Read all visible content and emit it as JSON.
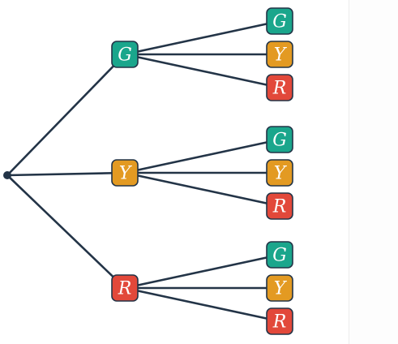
{
  "colors": {
    "edge": "#233447",
    "root": "#233447",
    "G": "#1aa68c",
    "Y": "#e39a22",
    "R": "#e2483a"
  },
  "tree": {
    "level1": [
      {
        "label": "G",
        "children": [
          "G",
          "Y",
          "R"
        ]
      },
      {
        "label": "Y",
        "children": [
          "G",
          "Y",
          "R"
        ]
      },
      {
        "label": "R",
        "children": [
          "G",
          "Y",
          "R"
        ]
      }
    ]
  }
}
